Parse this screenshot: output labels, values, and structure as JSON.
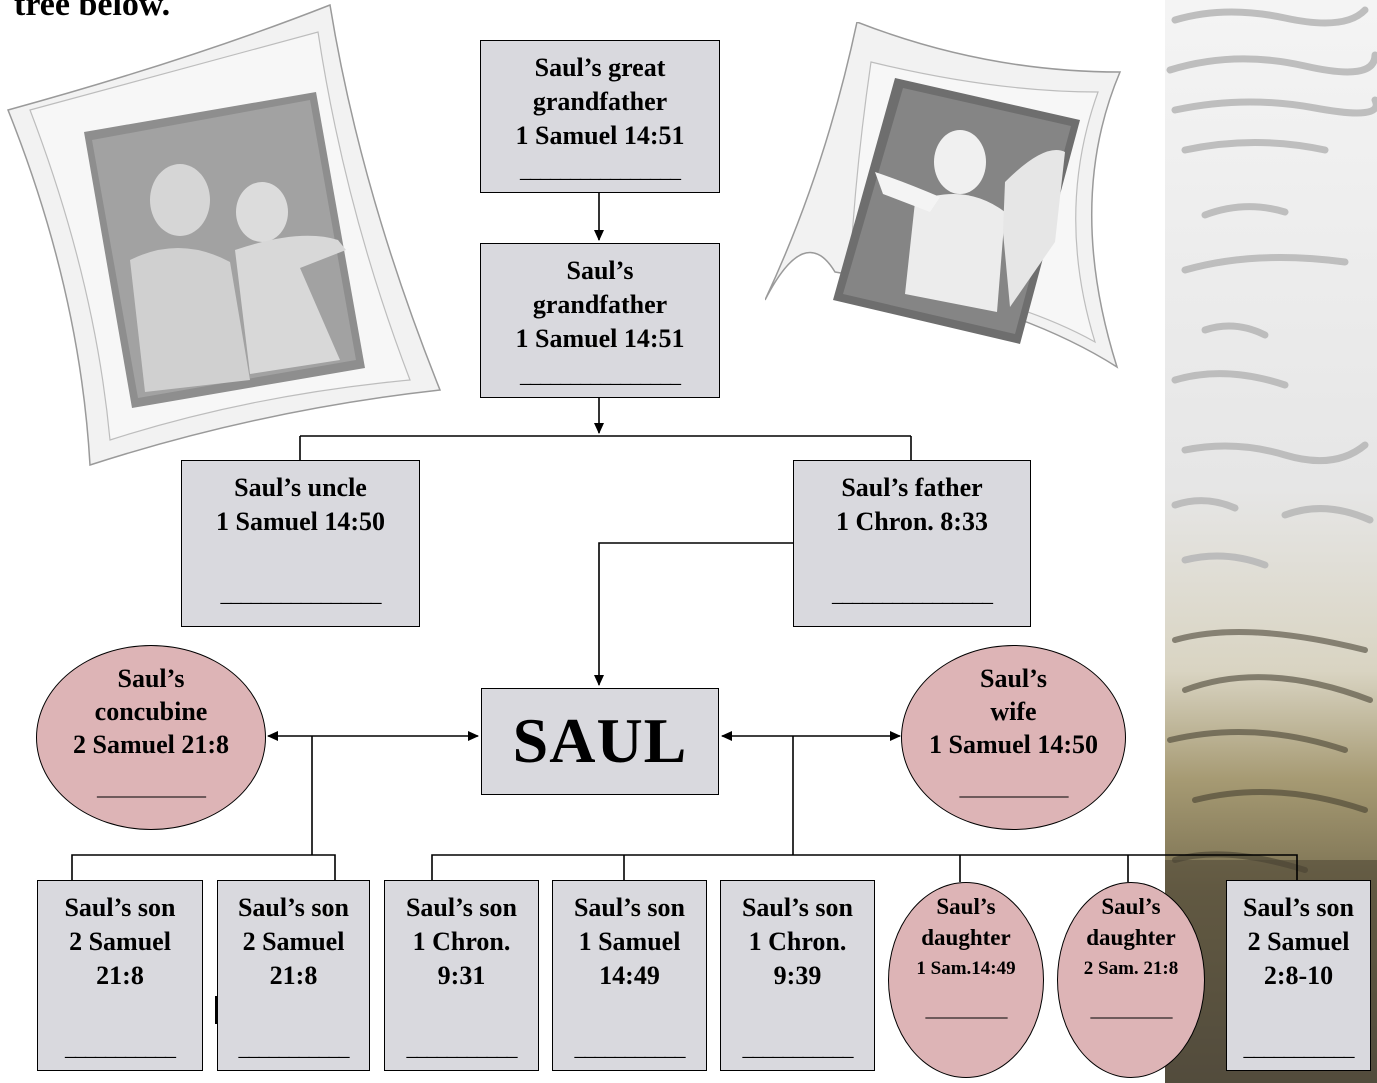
{
  "heading": "tree below.",
  "nodes": {
    "great_grandfather": {
      "title_1": "Saul’s great",
      "title_2": "grandfather",
      "ref": "1 Samuel 14:51",
      "blank": "________________"
    },
    "grandfather": {
      "title_1": "Saul’s",
      "title_2": "grandfather",
      "ref": "1 Samuel 14:51",
      "blank": "________________"
    },
    "uncle": {
      "title_1": "Saul’s uncle",
      "ref": "1 Samuel 14:50",
      "blank": "________________"
    },
    "father": {
      "title_1": "Saul’s father",
      "ref": "1 Chron. 8:33",
      "blank": "________________"
    },
    "saul": {
      "title_1": "SAUL"
    },
    "concubine": {
      "title_1": "Saul’s",
      "title_2": "concubine",
      "ref": "2 Samuel 21:8",
      "blank": "____________"
    },
    "wife": {
      "title_1": "Saul’s",
      "title_2": "wife",
      "ref": "1 Samuel 14:50",
      "blank": "____________"
    },
    "children": [
      {
        "type": "son",
        "title_1": "Saul’s son",
        "title_2": "2 Samuel",
        "ref": "21:8",
        "blank": "___________"
      },
      {
        "type": "son",
        "title_1": "Saul’s son",
        "title_2": "2 Samuel",
        "ref": "21:8",
        "blank": "___________"
      },
      {
        "type": "son",
        "title_1": "Saul’s son",
        "title_2": "1 Chron.",
        "ref": "9:31",
        "blank": "___________"
      },
      {
        "type": "son",
        "title_1": "Saul’s son",
        "title_2": "1 Samuel",
        "ref": "14:49",
        "blank": "___________"
      },
      {
        "type": "son",
        "title_1": "Saul’s son",
        "title_2": "1 Chron.",
        "ref": "9:39",
        "blank": "___________"
      },
      {
        "type": "daughter",
        "title_1": "Saul’s",
        "title_2": "daughter",
        "ref": "1 Sam.14:49",
        "blank": "_________"
      },
      {
        "type": "daughter",
        "title_1": "Saul’s",
        "title_2": "daughter",
        "ref": "2 Sam. 21:8",
        "blank": "_________"
      },
      {
        "type": "son",
        "title_1": "Saul’s son",
        "title_2": "2 Samuel",
        "ref": "2:8-10",
        "blank": "___________"
      }
    ]
  },
  "colors": {
    "box_fill": "#d9d9de",
    "oval_fill": "#ddb4b6",
    "line": "#000000"
  },
  "icons": [
    "framed-photo-left",
    "framed-photo-right",
    "scripture-background-strip"
  ]
}
